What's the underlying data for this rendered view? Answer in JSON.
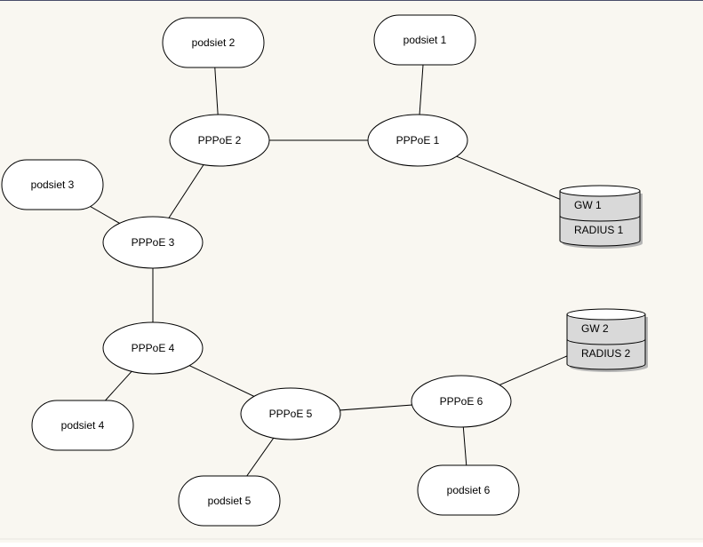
{
  "diagram": {
    "colors": {
      "background": "#f9f7f1",
      "border": "#4a4e6a",
      "node_fill": "#ffffff",
      "stroke": "#000000",
      "db_fill": "#d9d9d9",
      "shadow": "#b5b5b5"
    },
    "subnets": [
      {
        "id": "podsiet1",
        "label": "podsiet 1"
      },
      {
        "id": "podsiet2",
        "label": "podsiet 2"
      },
      {
        "id": "podsiet3",
        "label": "podsiet 3"
      },
      {
        "id": "podsiet4",
        "label": "podsiet 4"
      },
      {
        "id": "podsiet5",
        "label": "podsiet 5"
      },
      {
        "id": "podsiet6",
        "label": "podsiet 6"
      }
    ],
    "pppoe": [
      {
        "id": "pppoe1",
        "label": "PPPoE 1"
      },
      {
        "id": "pppoe2",
        "label": "PPPoE 2"
      },
      {
        "id": "pppoe3",
        "label": "PPPoE 3"
      },
      {
        "id": "pppoe4",
        "label": "PPPoE 4"
      },
      {
        "id": "pppoe5",
        "label": "PPPoE 5"
      },
      {
        "id": "pppoe6",
        "label": "PPPoE 6"
      }
    ],
    "databases": [
      {
        "id": "db1",
        "top_label": "GW 1",
        "bottom_label": "RADIUS 1"
      },
      {
        "id": "db2",
        "top_label": "GW 2",
        "bottom_label": "RADIUS 2"
      }
    ],
    "edges": [
      [
        "podsiet1",
        "pppoe1"
      ],
      [
        "podsiet2",
        "pppoe2"
      ],
      [
        "pppoe2",
        "pppoe1"
      ],
      [
        "pppoe1",
        "db1"
      ],
      [
        "pppoe2",
        "pppoe3"
      ],
      [
        "podsiet3",
        "pppoe3"
      ],
      [
        "pppoe3",
        "pppoe4"
      ],
      [
        "pppoe4",
        "podsiet4"
      ],
      [
        "pppoe4",
        "pppoe5"
      ],
      [
        "pppoe5",
        "podsiet5"
      ],
      [
        "pppoe5",
        "pppoe6"
      ],
      [
        "pppoe6",
        "podsiet6"
      ],
      [
        "pppoe6",
        "db2"
      ]
    ]
  }
}
